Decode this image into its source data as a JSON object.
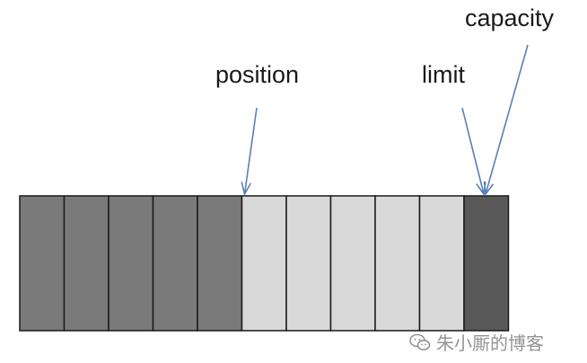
{
  "labels": {
    "position": "position",
    "limit": "limit",
    "capacity": "capacity"
  },
  "buffer": {
    "total_cells": 11,
    "filled_cells": 5,
    "available_cells": 5,
    "reserved_cells": 1,
    "position_index": 5,
    "limit_index": 10,
    "capacity_index": 11
  },
  "colors": {
    "filled": "#7a7a7a",
    "available": "#d9d9d9",
    "reserved": "#595959",
    "border": "#1a1a1a",
    "arrow": "#5b7fb5",
    "text": "#1a1a1a"
  },
  "watermark": {
    "icon": "wechat-icon",
    "text": "朱小厮的博客"
  }
}
